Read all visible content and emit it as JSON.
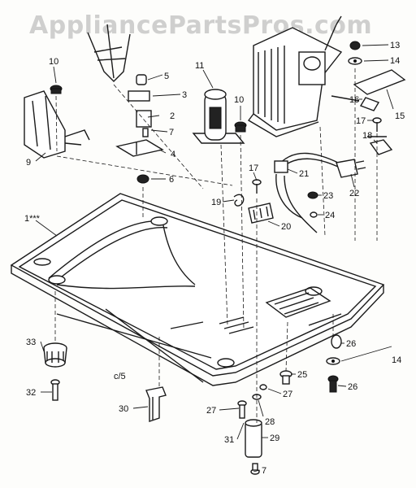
{
  "watermark": "AppliancePartsPros.com",
  "diagram": {
    "callouts": [
      "1***",
      "2",
      "3",
      "4",
      "5",
      "6",
      "7",
      "7",
      "9",
      "10",
      "10",
      "11",
      "13",
      "14",
      "14",
      "15",
      "16",
      "17",
      "17",
      "18",
      "19",
      "20",
      "21",
      "22",
      "23",
      "24",
      "25",
      "26",
      "26",
      "27",
      "27",
      "28",
      "29",
      "30",
      "31",
      "32",
      "33"
    ],
    "note": "c/5"
  },
  "colors": {
    "ink": "#1a1a1a",
    "paper": "#fdfdfb",
    "watermark": "#969696"
  }
}
